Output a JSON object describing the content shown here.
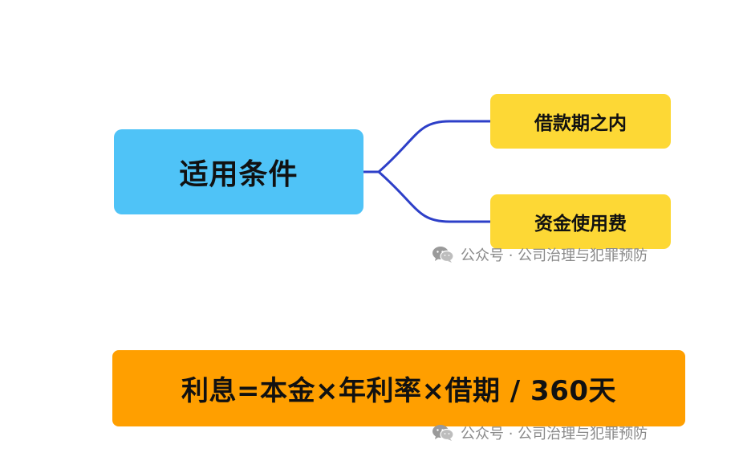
{
  "diagram": {
    "root": {
      "label": "适用条件"
    },
    "children": [
      {
        "label": "借款期之内"
      },
      {
        "label": "资金使用费"
      }
    ]
  },
  "formula": {
    "text": "利息=本金×年利率×借期 / 360天"
  },
  "watermark": {
    "text": "公众号 · 公司治理与犯罪预防",
    "icon": "wechat-icon"
  },
  "colors": {
    "root_fill": "#4fc3f7",
    "leaf_fill": "#fdd835",
    "formula_fill": "#ff9f00",
    "connector": "#2d3fc8"
  }
}
